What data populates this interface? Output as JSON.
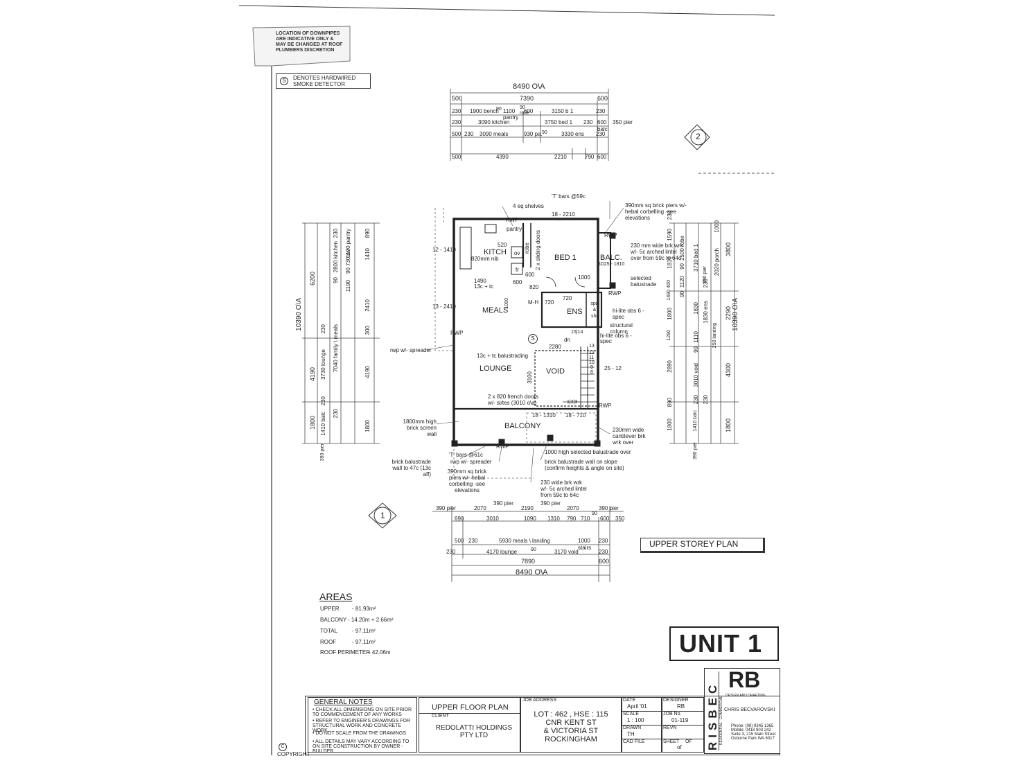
{
  "notes": {
    "downpipes": "LOCATION OF DOWNPIPES ARE INDICATIVE ONLY & MAY BE CHANGED AT ROOF PLUMBERS DISCRETION",
    "smoke_symbol": "S",
    "smoke_detector": "DENOTES HARDWIRED SMOKE DETECTOR"
  },
  "top_dims": {
    "overall": "8490 O\\A",
    "r1": [
      "500",
      "7390",
      "600"
    ],
    "r2": [
      "230",
      "1900 bench",
      "90",
      "1100 pantry",
      "90 robe",
      "600",
      "3150 b 1",
      "230"
    ],
    "r3": [
      "230",
      "3090 kitchen",
      "3750 bed 1",
      "230",
      "600 balc.",
      "350 pier"
    ],
    "r4": [
      "500",
      "230",
      "3090 meals",
      "930 pa.",
      "90",
      "3330 ens",
      "230"
    ],
    "r5": [
      "500",
      "4390",
      "2210",
      "790",
      "600"
    ]
  },
  "section_markers": {
    "m2": "2",
    "m1": "1"
  },
  "rooms": {
    "kitchen": "KITCH",
    "meals": "MEALS",
    "bed1": "BED 1",
    "balc": "BALC.",
    "ens": "ENS",
    "lounge": "LOUNGE",
    "void": "VOID",
    "balcony": "BALCONY",
    "pantry": "pantry",
    "robe": "robe",
    "ov": "ov",
    "fr": "fr",
    "mh": "M-H",
    "spa": "spa & shr",
    "sliding": "2 x sliding doors"
  },
  "plan_labels": {
    "tbars_59": "'T' bars @59c",
    "shelves": "4 eq shelves",
    "w18_2210": "18 - 2210",
    "piers_390_top": "390mm sq brick piers w/- hebal corbelling -see elevations",
    "rwp": "RWP",
    "brk_230_top": "230 mm wide brk wrk w/- 5c arched lintel over from 59c to 64c",
    "sd25": "SD25 - 1810",
    "w12_1410": "12 - 1410",
    "nib": "820mm nib",
    "w520": "520",
    "w1490": "1490",
    "tc13": "13c + tc",
    "w600a": "600",
    "w600b": "600",
    "w820": "820",
    "w1000a": "1000",
    "selected_balustrade": "selected balustrade",
    "w13_2410": "13 - 2410",
    "w1000b": "1000",
    "w720a": "720",
    "w720b": "720",
    "hilite1": "hi-lite obs 6 - spec",
    "structural_column": "structural column",
    "hilite2": "hi-lite obs 6 - spec",
    "w15_14": "15|14",
    "dn": "dn",
    "w2280": "2280",
    "rwp_spreader": "rwp w/- spreader",
    "balustrading": "13c + tc balustrading",
    "w3100": "3100",
    "w25_12": "25 - 12",
    "french_doors": "2 x 820 french doors w/- sl/tes (3010 o\\a)",
    "stairs_steps": "1|2|3",
    "w18_1310": "18 - 1310",
    "w18_710": "18 - 710",
    "brick_screen": "1800mm high brick screen wall",
    "cantilever": "230mm wide cantilever brk wrk over",
    "tbars_61": "'T' bars @61c",
    "rwp_spreader2": "rwp w/- spreader",
    "high_bal": "1000 high selected balustrade over",
    "brick_bal": "brick balustrade wall to 47c (13c aff)",
    "brick_bal_slope": "brick balustrade wall on slope (confirm heights & angle on site)",
    "piers_390_bot": "390mm sq brick piers w/- hebal corbelling -see elevations",
    "brk_230_bot": "230 wide brk wrk w/- 5c arched lintel from 59c to 64c",
    "step13": "13",
    "step12": "12",
    "step11": "11",
    "step10": "10",
    "step9": "9",
    "step8": "8"
  },
  "left_dims": {
    "overall": "10390 O\\A",
    "c1": [
      "6200",
      "4190",
      "1800",
      "390 pier"
    ],
    "c2": [
      "230",
      "2800 kitchen",
      "90",
      "3730 lounge",
      "230",
      "1410 balc",
      "230"
    ],
    "c3": [
      "1100 pantry",
      "730 ov",
      "90",
      "1190",
      "7040 family \\ meals",
      "230"
    ],
    "c4": [
      "890",
      "1410",
      "2410",
      "300",
      "4190",
      "1800"
    ]
  },
  "right_dims": {
    "overall": "10390 O\\A",
    "c1": [
      "230",
      "1590",
      "1810",
      "400",
      "1490",
      "1800",
      "1290",
      "2890",
      "890",
      "1800"
    ],
    "c2": [
      "2500 robe",
      "90",
      "1120",
      "90",
      "1830",
      "1110",
      "90",
      "3010 void",
      "230",
      "1410 balc",
      "390 pier"
    ],
    "c3": [
      "3710 bed 1",
      "390 pier",
      "230",
      "1830 ens",
      "250 landing",
      "230"
    ],
    "c4": [
      "1000",
      "2020 porch",
      "3800",
      "2290",
      "4300",
      "1800"
    ]
  },
  "bottom_dims": {
    "r1": [
      "390 pier",
      "2070",
      "390 pier",
      "2190",
      "390 pier",
      "2070",
      "390 pier"
    ],
    "r2": [
      "690",
      "3010",
      "1090",
      "1310",
      "790",
      "710",
      "90",
      "600",
      "350"
    ],
    "r3": [
      "500",
      "230",
      "5930 meals \\ landing",
      "1000 stairs",
      "230"
    ],
    "r4": [
      "230",
      "4170 lounge",
      "90",
      "3170 void",
      "230"
    ],
    "r5": [
      "7890",
      "600"
    ],
    "overall": "8490 O\\A"
  },
  "plan_title": "UPPER STOREY PLAN",
  "areas": {
    "heading": "AREAS",
    "rows": [
      {
        "label": "UPPER",
        "value": "- 81.93m²"
      },
      {
        "label": "BALCONY",
        "value": "- 14.20m + 2.66m²"
      },
      {
        "label": "TOTAL",
        "value": "- 97.11m²"
      },
      {
        "label": "ROOF",
        "value": "- 97.11m²"
      },
      {
        "label": "ROOF PERIMETER",
        "value": "- 42.06m"
      }
    ]
  },
  "unit": "UNIT 1",
  "general_notes": {
    "heading": "GENERAL NOTES",
    "items": [
      "CHECK ALL DIMENSIONS ON SITE PRIOR TO COMMENCEMENT OF ANY WORKS",
      "REFER TO ENGINEER'S DRAWINGS FOR STRUCTURAL WORK AND CONCRETE WORK.",
      "DO NOT SCALE FROM THE DRAWINGS",
      "ALL DETAILS MAY VARY ACCORDING TO ON SITE CONSTRUCTION BY OWNER - BUILDER."
    ]
  },
  "title_block": {
    "sheet_title": "UPPER FLOOR PLAN",
    "client_label": "CLIENT",
    "client": "REDOLATTI HOLDINGS PTY LTD",
    "job_address_label": "JOB ADDRESS",
    "job_address": [
      "LOT : 462 , HSE : 115",
      "CNR KENT ST",
      "& VICTORIA ST",
      "ROCKINGHAM"
    ],
    "date_label": "DATE",
    "date": "April '01",
    "scale_label": "SCALE",
    "scale": "1 : 100",
    "drawn_label": "DRAWN",
    "drawn": "TH",
    "cad_label": "CAD FILE",
    "designer_label": "DESIGNER",
    "designer": "RB",
    "jobno_label": "JOB No.",
    "jobno": "01-119",
    "revn_label": "REVN",
    "sheet_label": "SHEET",
    "of": "OF",
    "sheet_of": "of",
    "copyright": "COPYRIGHT",
    "copyright_symbol": "C"
  },
  "firm": {
    "vertical": "RISBEC",
    "sub": "RESIDENTIAL · COMMERCIAL",
    "logo": "RB",
    "tag": "DESIGN AND DRAFTING",
    "person": "CHRIS BECVAROVSKI",
    "phone": "Phone: (08) 9345 1365",
    "mobile": "Mobile: 0418 903 242",
    "address1": "Suite 3, 215 Main Street",
    "address2": "Osborne Park WA 6017"
  }
}
